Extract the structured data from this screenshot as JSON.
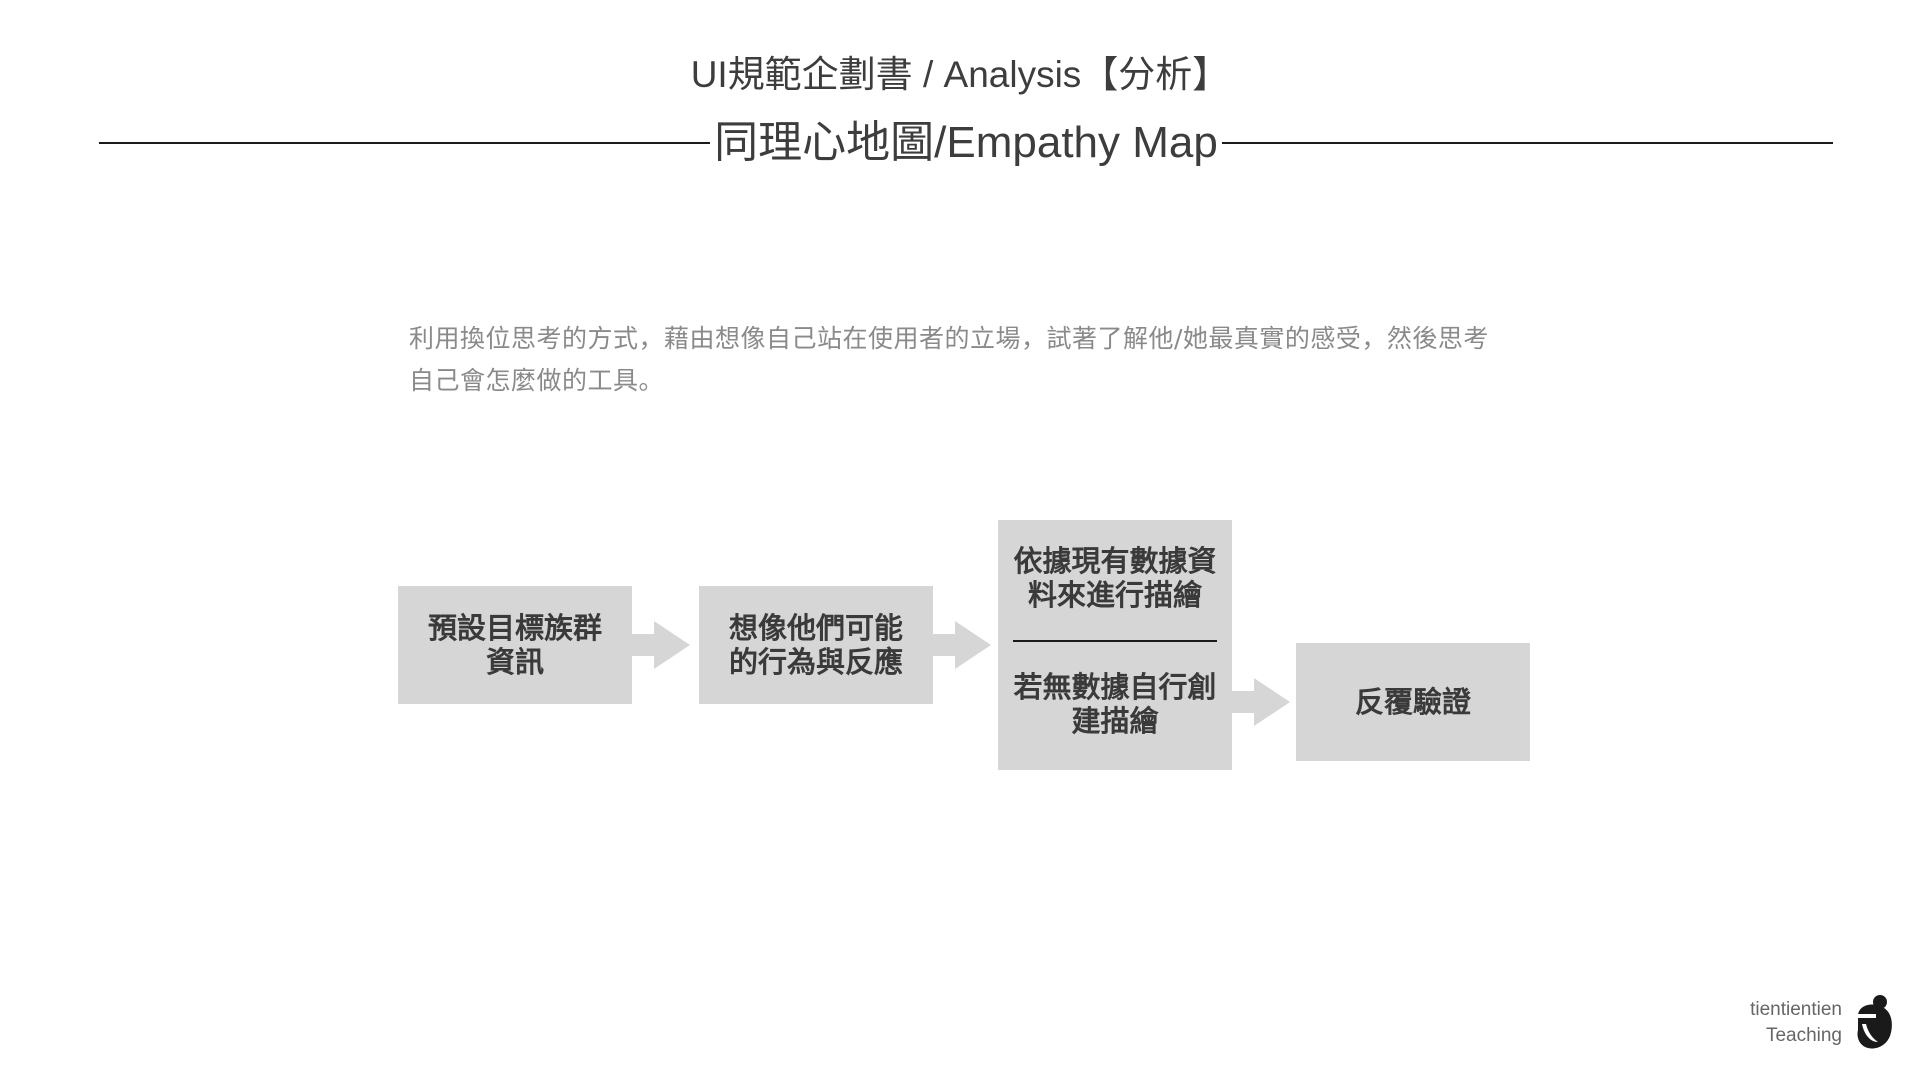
{
  "header": {
    "title": "UI規範企劃書 / Analysis【分析】"
  },
  "section": {
    "title": "同理心地圖/Empathy Map"
  },
  "description": {
    "line1": "利用換位思考的方式，藉由想像自己站在使用者的立場，試著了解他/她最真實的感受，然後思考",
    "line2": "自己會怎麼做的工具。"
  },
  "flow": {
    "step1": {
      "line1": "預設目標族群",
      "line2": "資訊"
    },
    "step2": {
      "line1": "想像他們可能",
      "line2": "的行為與反應"
    },
    "step3": {
      "top_line1": "依據現有數據資",
      "top_line2": "料來進行描繪",
      "bottom_line1": "若無數據自行創",
      "bottom_line2": "建描繪"
    },
    "step4": {
      "label": "反覆驗證"
    }
  },
  "colors": {
    "box": "#d6d6d6",
    "arrow": "#d6d6d6",
    "rule": "#1a1a1a",
    "description_text": "#8a8a8a"
  },
  "logo": {
    "line1": "tientientien",
    "line2": "Teaching",
    "icon": "bun-hair-woman-icon"
  }
}
